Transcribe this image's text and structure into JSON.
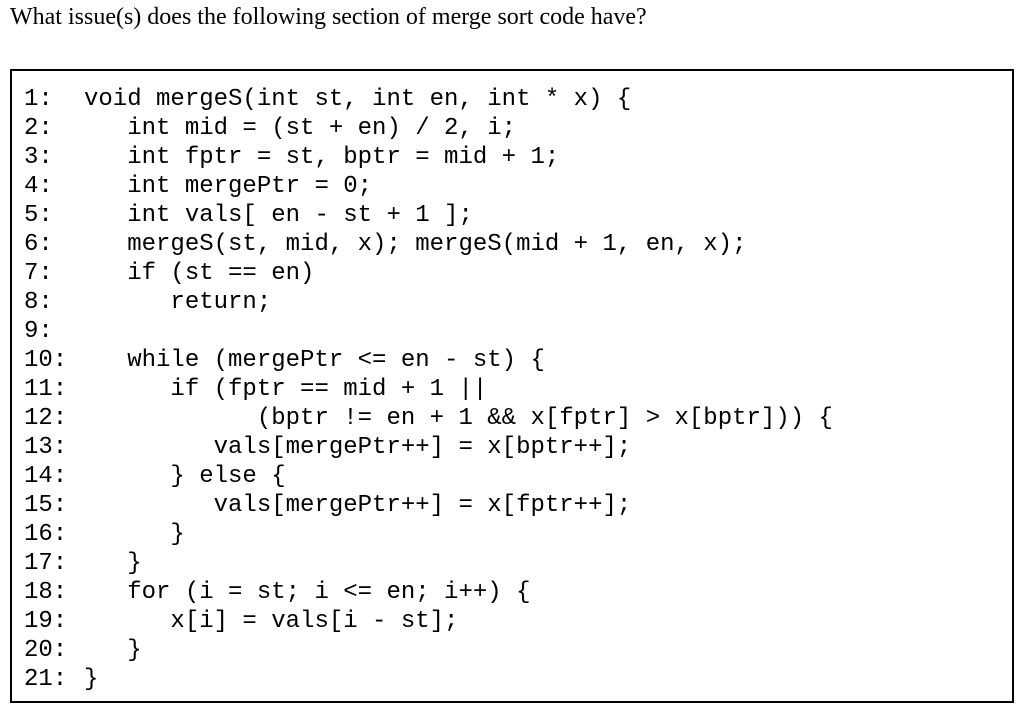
{
  "question": "What issue(s) does the following section of merge sort code have?",
  "code_lines": [
    {
      "no": "1:",
      "code": "void mergeS(int st, int en, int * x) {"
    },
    {
      "no": "2:",
      "code": "   int mid = (st + en) / 2, i;"
    },
    {
      "no": "3:",
      "code": "   int fptr = st, bptr = mid + 1;"
    },
    {
      "no": "4:",
      "code": "   int mergePtr = 0;"
    },
    {
      "no": "5:",
      "code": "   int vals[ en - st + 1 ];"
    },
    {
      "no": "6:",
      "code": "   mergeS(st, mid, x); mergeS(mid + 1, en, x);"
    },
    {
      "no": "7:",
      "code": "   if (st == en)"
    },
    {
      "no": "8:",
      "code": "      return;"
    },
    {
      "no": "9:",
      "code": ""
    },
    {
      "no": "10:",
      "code": "   while (mergePtr <= en - st) {"
    },
    {
      "no": "11:",
      "code": "      if (fptr == mid + 1 ||"
    },
    {
      "no": "12:",
      "code": "            (bptr != en + 1 && x[fptr] > x[bptr])) {"
    },
    {
      "no": "13:",
      "code": "         vals[mergePtr++] = x[bptr++];"
    },
    {
      "no": "14:",
      "code": "      } else {"
    },
    {
      "no": "15:",
      "code": "         vals[mergePtr++] = x[fptr++];"
    },
    {
      "no": "16:",
      "code": "      }"
    },
    {
      "no": "17:",
      "code": "   }"
    },
    {
      "no": "18:",
      "code": "   for (i = st; i <= en; i++) {"
    },
    {
      "no": "19:",
      "code": "      x[i] = vals[i - st];"
    },
    {
      "no": "20:",
      "code": "   }"
    },
    {
      "no": "21:",
      "code": "}"
    }
  ]
}
